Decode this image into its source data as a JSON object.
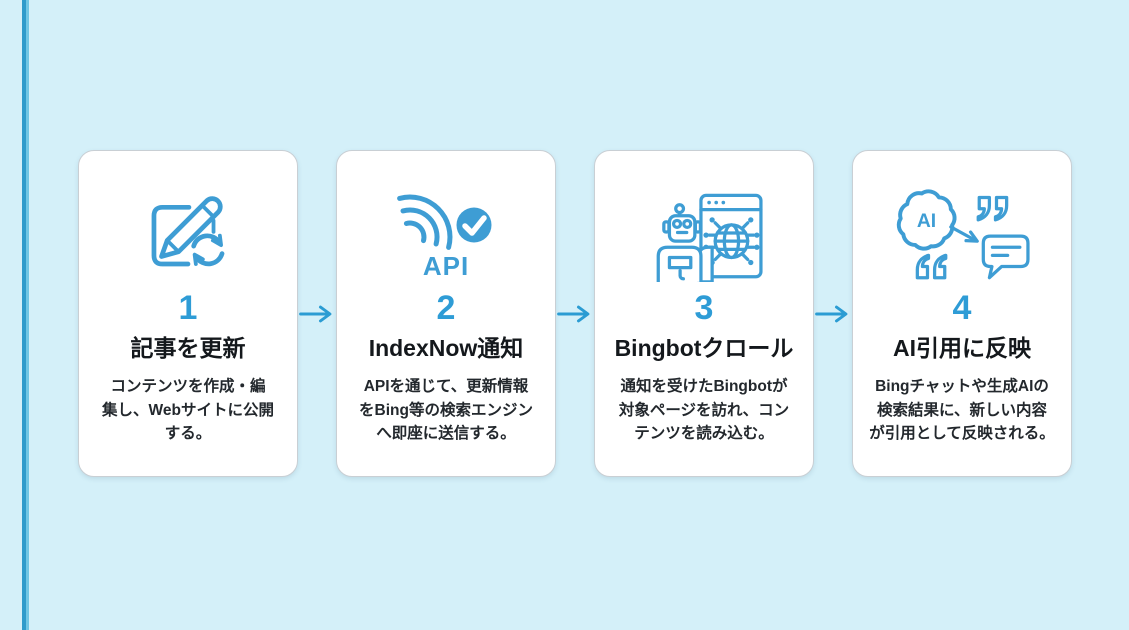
{
  "page": {
    "background_color": "#D4F0F9",
    "accent_color": "#2E9CD6",
    "icon_color": "#3E9DD4",
    "card_color": "#FFFFFF"
  },
  "left_bar": {
    "dark_color": "#2F9BCB",
    "light_color": "#70C6E4"
  },
  "flow": {
    "arrow_color": "#2B9CD3",
    "arrow_count": 3,
    "steps": [
      {
        "number": "1",
        "title": "記事を更新",
        "description": "コンテンツを作成・編\n集し、Webサイトに公開\nする。",
        "icon": "edit-document-sync-icon"
      },
      {
        "number": "2",
        "title": "IndexNow通知",
        "description": "APIを通じて、更新情報\nをBing等の検索エンジン\nへ即座に送信する。",
        "icon": "api-signal-check-icon",
        "icon_label": "API"
      },
      {
        "number": "3",
        "title": "Bingbotクロール",
        "description": "通知を受けたBingbotが\n対象ページを訪れ、コン\nテンツを読み込む。",
        "icon": "robot-browser-icon"
      },
      {
        "number": "4",
        "title": "AI引用に反映",
        "description": "Bingチャットや生成AIの\n検索結果に、新しい内容\nが引用として反映される。",
        "icon": "ai-brain-citation-icon",
        "icon_label": "AI"
      }
    ]
  }
}
